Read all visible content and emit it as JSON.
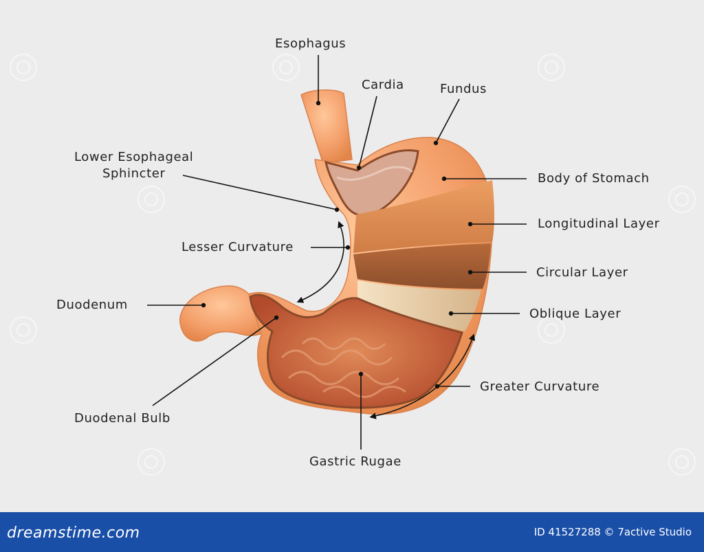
{
  "labels": {
    "esophagus": "Esophagus",
    "cardia": "Cardia",
    "fundus": "Fundus",
    "les_line1": "Lower Esophageal",
    "les_line2": "Sphincter",
    "body": "Body of Stomach",
    "longitudinal": "Longitudinal Layer",
    "lesser": "Lesser Curvature",
    "circular": "Circular Layer",
    "duodenum": "Duodenum",
    "oblique": "Oblique Layer",
    "greater": "Greater Curvature",
    "bulb": "Duodenal Bulb",
    "rugae": "Gastric Rugae"
  },
  "footer": {
    "brand": "dreamstime.com",
    "credit": "ID 41527288 © 7active Studio"
  },
  "colors": {
    "footer_bg": "#1a4fa8",
    "background": "#ececed",
    "tissue": "#f3a06c",
    "muscle": "#c9773e",
    "rugae": "#c25a3a"
  }
}
